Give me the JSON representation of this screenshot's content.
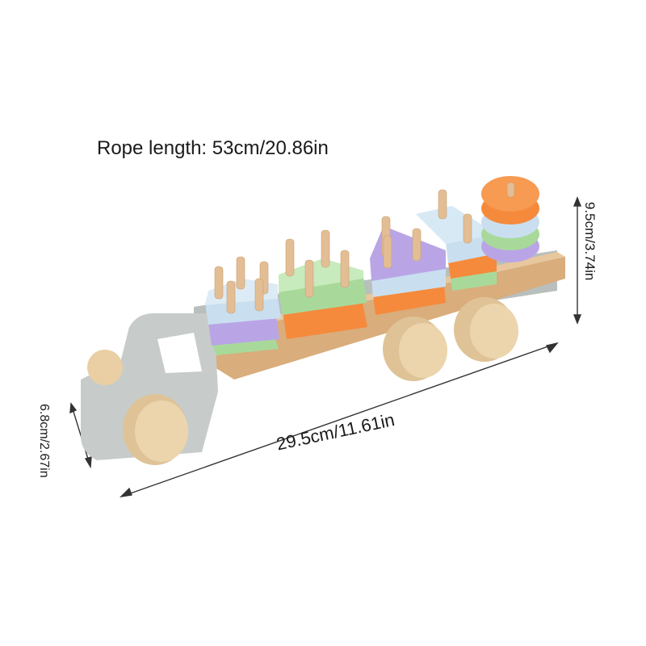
{
  "product_image": {
    "colors": {
      "background": "#ffffff",
      "truck_body": "#c7ccca",
      "wood_base": "#d9ad7c",
      "wheel": "#e9cfa3",
      "peg": "#e3be95",
      "lavender": "#b9a5e6",
      "light_blue": "#c9dff0",
      "green": "#a8d99a",
      "orange": "#f58a3c"
    }
  },
  "labels": {
    "rope_length": "Rope length: 53cm/20.86in",
    "length": "29.5cm/11.61in",
    "height": "9.5cm/3.74in",
    "depth": "6.8cm/2.67in"
  }
}
